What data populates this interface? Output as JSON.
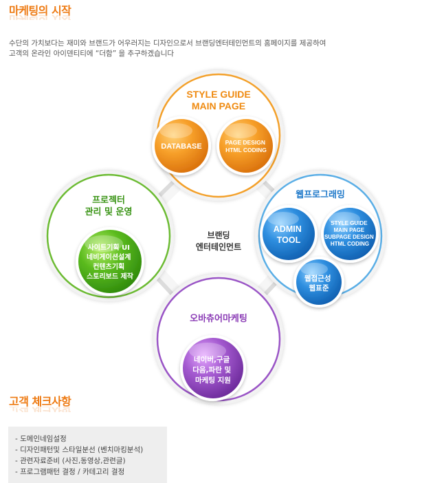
{
  "heading_marketing": "마케팅의 시작",
  "intro_lines": [
    "수단의 가치보다는 재미와 브랜드가 어우러지는 디자인으로서 브랜딩엔터테인먼트의 홈페이지를 제공하여",
    "고객의 온라인 아이덴티티에  “더함” 을 추구하겠습니다"
  ],
  "center_label": [
    "브랜딩",
    "엔터테인먼트"
  ],
  "groups": {
    "style_guide": {
      "title": [
        "STYLE GUIDE",
        "MAIN PAGE"
      ],
      "color": "#f39a1e",
      "bubbles": [
        [
          "DATABASE"
        ],
        [
          "PAGE DESIGN",
          "HTML CODING"
        ]
      ]
    },
    "web_programming": {
      "title": [
        "웹프로그래밍"
      ],
      "color": "#2a86d4",
      "bubbles": [
        [
          "ADMIN",
          "TOOL"
        ],
        [
          "STYLE GUIDE",
          "MAIN  PAGE",
          "SUBPAGE DESIGN",
          "HTML CODING"
        ],
        [
          "웹접근성",
          "웹표준"
        ]
      ]
    },
    "project": {
      "title": [
        "프로젝터",
        "관리 및 운영"
      ],
      "color": "#3f9e1c",
      "bubbles": [
        [
          "사이트기획 UI",
          "네비게이션설계",
          "컨텐츠기획",
          "스토리보드 제작"
        ]
      ]
    },
    "obscure": {
      "title": [
        "오바츄어마케팅"
      ],
      "color": "#8a3fb8",
      "bubbles": [
        [
          "네이버,구글",
          "다음,파란 및",
          "마케팅 지원"
        ]
      ]
    }
  },
  "heading_customer": "고객 체크사항",
  "checklist": [
    "- 도메인네임설정",
    "- 디자인패턴및 스타일분선 (벤치마킹분석)",
    "- 관련자료준비 (사진,동영상,관련글)",
    "- 프로그램패턴 결정 / 카테고리 결정"
  ]
}
